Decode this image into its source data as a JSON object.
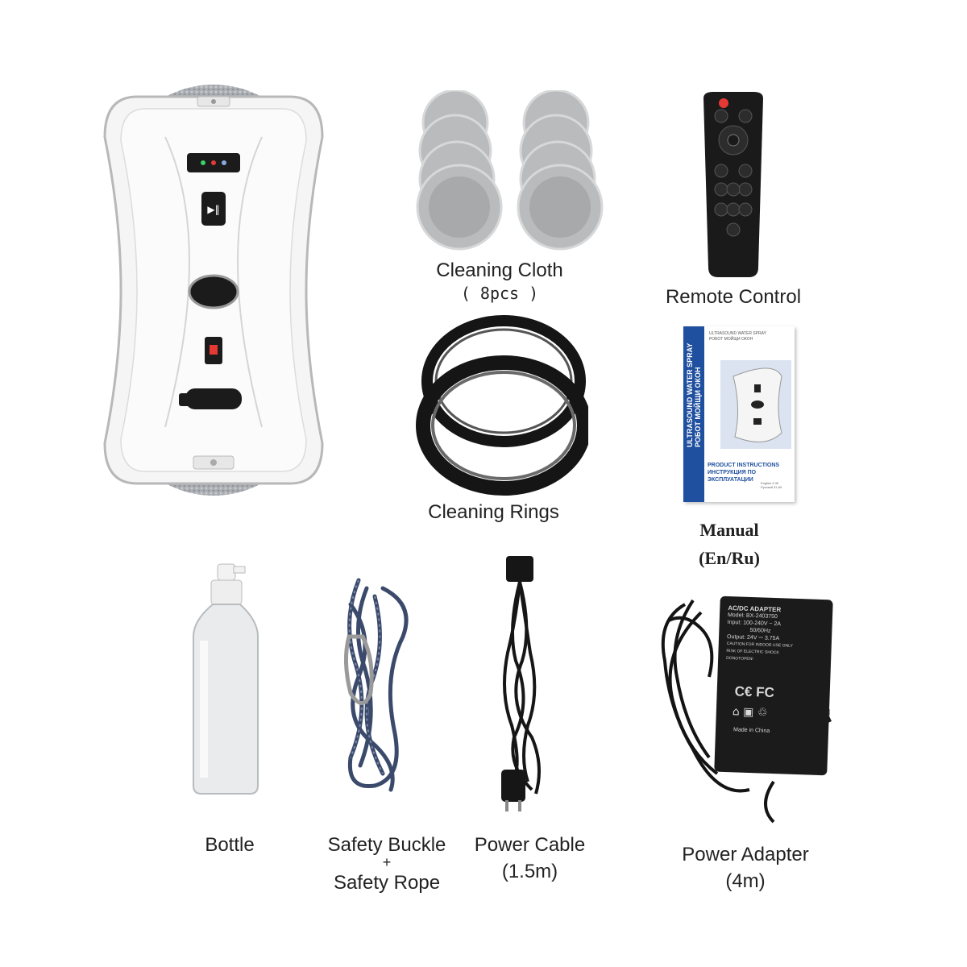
{
  "items": {
    "cleaning_cloth": {
      "label": "Cleaning Cloth",
      "qty": "(  8pcs )"
    },
    "remote_control": {
      "label": "Remote Control"
    },
    "cleaning_rings": {
      "label": "Cleaning Rings"
    },
    "manual": {
      "label": "Manual",
      "lang": "(En/Ru)",
      "cover_text": {
        "title_en": "ULTRASOUND WATER SPRAY",
        "title_ru": "РОБОТ МОЙЩИ ОКОН",
        "header_small_1": "ULTRASOUND WATER SPRAY",
        "header_small_2": "РОБОТ МОЙЩИ ОКОН",
        "footer_en": "PRODUCT INSTRUCTIONS",
        "footer_ru": "ИНСТРУКЦИЯ ПО ЭКСПЛУАТАЦИИ",
        "lang_1": "English  3-30",
        "lang_2": "Русский  31-60"
      }
    },
    "bottle": {
      "label": "Bottle"
    },
    "safety": {
      "line1": "Safety Buckle",
      "plus": "+",
      "line2": "Safety Rope"
    },
    "power_cable": {
      "line1": "Power Cable",
      "line2": "(1.5m)"
    },
    "power_adapter": {
      "line1": "Power Adapter",
      "line2": "(4m)",
      "sticker": {
        "title": "AC/DC ADAPTER",
        "model": "Model: BX-2403750",
        "input": "Input: 100-240V ~ 2A",
        "freq": "50/60Hz",
        "output": "Output: 24V ⎓ 3.75A",
        "caution1": "CAUTION:FOR INDOOR USE ONLY",
        "caution2": "RISK OF ELECTRIC SHOCK",
        "caution3": "DONOTOPEN!",
        "made": "Made in China"
      }
    }
  },
  "colors": {
    "background": "#ffffff",
    "text": "#222222",
    "robot_body": "#f4f4f4",
    "pad": "#a9adb1",
    "manual_blue": "#1f4f9f"
  }
}
